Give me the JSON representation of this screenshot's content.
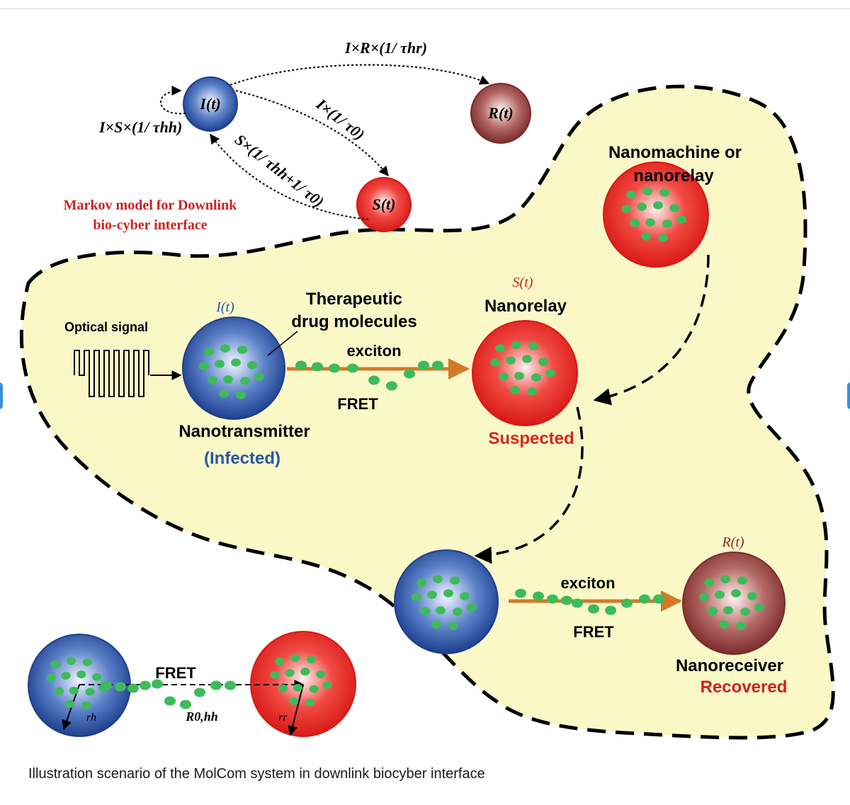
{
  "markov": {
    "title_line1": "Markov model for Downlink",
    "title_line2": "bio-cyber interface",
    "state_i": "I(t)",
    "state_r": "R(t)",
    "state_s": "S(t)",
    "rate_ir": "I×R×(1/ τhr)",
    "rate_is": "I×(1/ τ0)",
    "rate_si": "S×(1/ τhh+1/ τ0)",
    "rate_ii": "I×S×(1/ τhh)"
  },
  "scene": {
    "optical_signal": "Optical signal",
    "therapeutic_line1": "Therapeutic",
    "therapeutic_line2": "drug molecules",
    "it_label": "I(t)",
    "nanotransmitter": "Nanotransmitter",
    "infected": "(Infected)",
    "exciton": "exciton",
    "fret": "FRET",
    "st_label": "S(t)",
    "nanorelay": "Nanorelay",
    "suspected": "Suspected",
    "nanomachine_line1": "Nanomachine or",
    "nanomachine_line2": "nanorelay",
    "exciton2": "exciton",
    "fret2": "FRET",
    "rt_label": "R(t)",
    "nanoreceiver": "Nanoreceiver",
    "recovered": "Recovered",
    "fret_inset": "FRET",
    "rh": "rh",
    "r0hh": "R0,hh",
    "rr": "rr"
  },
  "colors": {
    "infected_blue": "#2a4fa0",
    "suspected_red": "#e8221e",
    "recovered_brown": "#8a3a3a",
    "cell_region": "#fbf8c8",
    "molecule_green": "#3dbb5a",
    "exciton_orange": "#d27a2a",
    "label_red": "#cc2222",
    "label_blue": "#2a56a8"
  },
  "caption": "Illustration scenario of the MolCom system in downlink biocyber interface"
}
